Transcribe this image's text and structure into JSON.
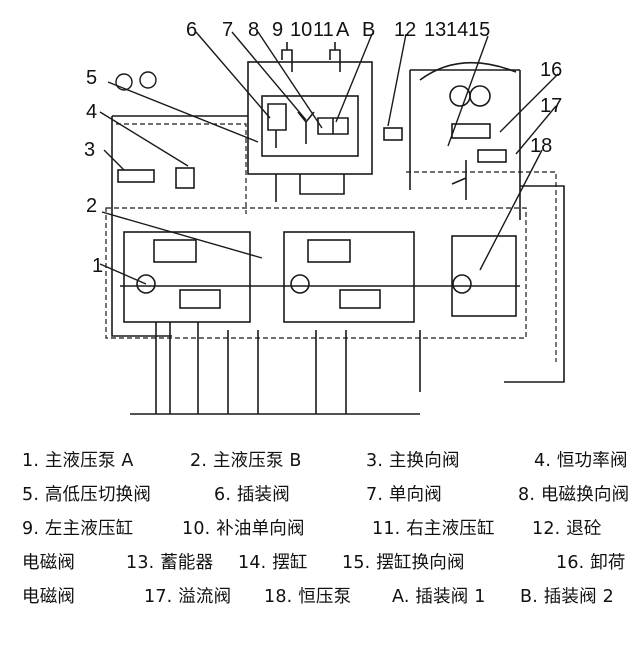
{
  "callouts": [
    "1",
    "2",
    "3",
    "4",
    "5",
    "6",
    "7",
    "8",
    "9",
    "10",
    "11",
    "A",
    "B",
    "12",
    "13",
    "14",
    "15",
    "16",
    "17",
    "18"
  ],
  "legend": {
    "l1a": "1. 主液压泵 A",
    "l1b": "2. 主液压泵 B",
    "l1c": "3. 主换向阀",
    "l1d": "4. 恒功率阀",
    "l2a": "5. 高低压切换阀",
    "l2b": "6. 插装阀",
    "l2c": "7. 单向阀",
    "l2d": "8. 电磁换向阀",
    "l3a": "9. 左主液压缸",
    "l3b": "10. 补油单向阀",
    "l3c": "11. 右主液压缸",
    "l3d": "12. 退砼",
    "l4a": "电磁阀",
    "l4b": "13. 蓄能器",
    "l4c": "14. 摆缸",
    "l4d": "15. 摆缸换向阀",
    "l4e": "16. 卸荷",
    "l5a": "电磁阀",
    "l5b": "17. 溢流阀",
    "l5c": "18. 恒压泵",
    "l5d": "A. 插装阀 1",
    "l5e": "B. 插装阀 2"
  }
}
